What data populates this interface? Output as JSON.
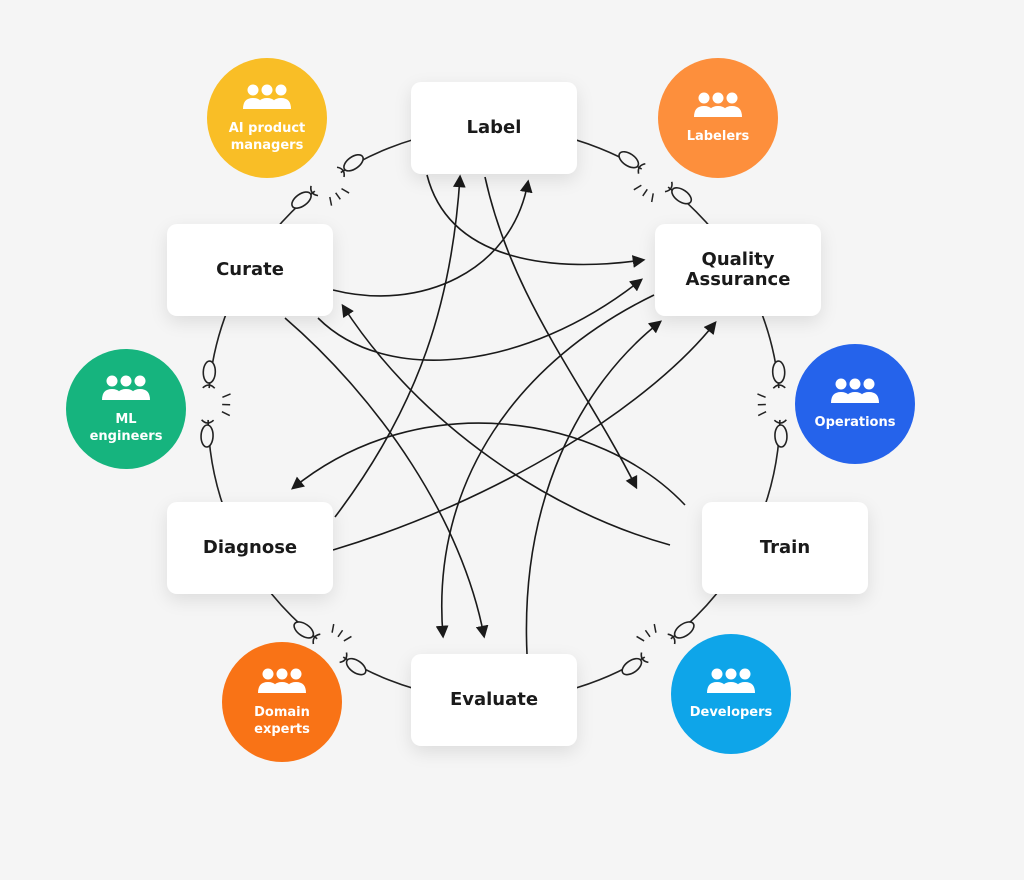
{
  "stages": [
    {
      "id": "label",
      "label": "Label"
    },
    {
      "id": "qa",
      "label": "Quality Assurance"
    },
    {
      "id": "curate",
      "label": "Curate"
    },
    {
      "id": "diagnose",
      "label": "Diagnose"
    },
    {
      "id": "train",
      "label": "Train"
    },
    {
      "id": "evaluate",
      "label": "Evaluate"
    }
  ],
  "teams": [
    {
      "label": "AI product managers",
      "color": "#F9BE26",
      "icon": "people-icon"
    },
    {
      "label": "Labelers",
      "color": "#FD8F3C",
      "icon": "people-icon"
    },
    {
      "label": "ML engineers",
      "color": "#16B47E",
      "icon": "people-icon"
    },
    {
      "label": "Operations",
      "color": "#2563EB",
      "icon": "people-icon"
    },
    {
      "label": "Domain experts",
      "color": "#F97316",
      "icon": "people-icon"
    },
    {
      "label": "Developers",
      "color": "#0EA5E9",
      "icon": "people-icon"
    }
  ],
  "connections": [
    {
      "from": "Label",
      "to": "Quality Assurance"
    },
    {
      "from": "Curate",
      "to": "Label"
    },
    {
      "from": "Curate",
      "to": "Quality Assurance"
    },
    {
      "from": "Diagnose",
      "to": "Label"
    },
    {
      "from": "Label",
      "to": "Train"
    },
    {
      "from": "Curate",
      "to": "Evaluate"
    },
    {
      "from": "Train",
      "to": "Curate"
    },
    {
      "from": "Train",
      "to": "Diagnose"
    },
    {
      "from": "Diagnose",
      "to": "Quality Assurance"
    },
    {
      "from": "Quality Assurance",
      "to": "Evaluate"
    },
    {
      "from": "Evaluate",
      "to": "Quality Assurance"
    }
  ],
  "colors": {
    "ring": "#222222",
    "background": "#f5f5f5"
  }
}
